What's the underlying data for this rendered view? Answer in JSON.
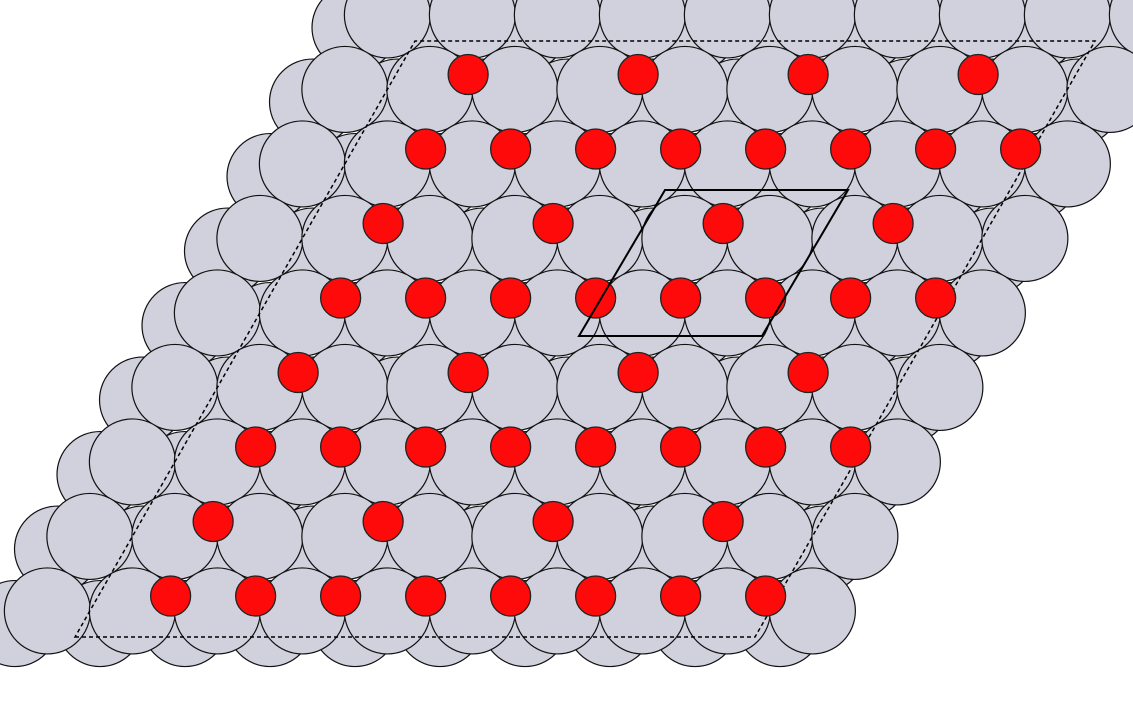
{
  "lattice": {
    "rows": 8,
    "cols": 8,
    "substrate_color": "#d1d1de",
    "substrate_stroke": "#111111",
    "adsorbate_color": "#ff0a0a",
    "adsorbate_stroke": "#222222",
    "rows_full_occupancy": [
      0,
      2,
      4,
      6
    ],
    "rows_half_occupancy": [
      1,
      3,
      5,
      7
    ]
  },
  "unit_cell": {
    "stroke": "#000000"
  },
  "supercell": {
    "style": "dashed",
    "stroke": "#000000"
  }
}
